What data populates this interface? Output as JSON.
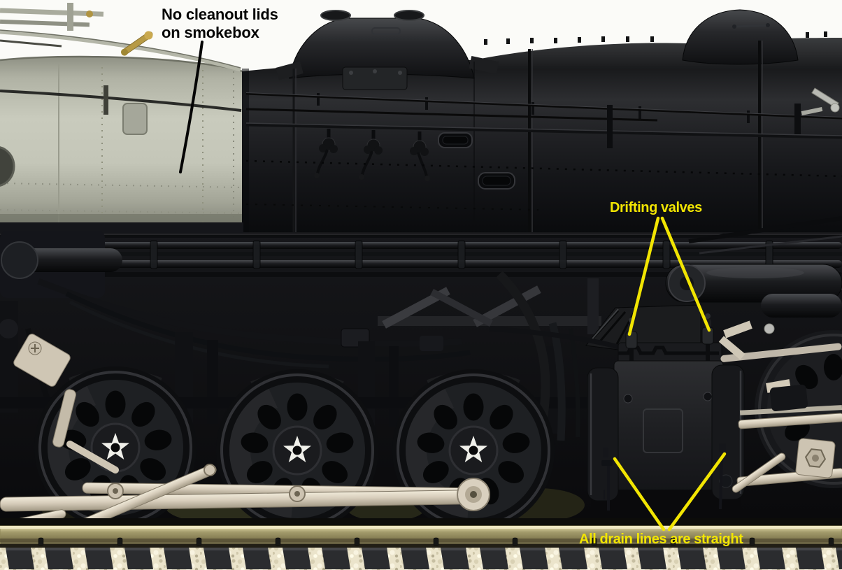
{
  "annotations": {
    "smokebox_note": {
      "line1": "No cleanout lids",
      "line2": "on smokebox",
      "text_color": "#050505"
    },
    "drifting_valves": {
      "label": "Drifting valves",
      "text_color": "#f2e502"
    },
    "drain_lines": {
      "label": "All drain lines are straight",
      "text_color": "#f2e502"
    }
  },
  "scene": {
    "colors": {
      "background_white": "#fbfbf8",
      "smokebox_silver": "#b7b9ab",
      "boiler_black": "#1b1c1e",
      "rod_cream": "#d7cdbb",
      "wheel_star_white": "#f0f0ea",
      "rail_olive": "#8f8758",
      "ballast_cream": "#ebe4cb",
      "tie_gray": "#2b2c2f",
      "bell_brass": "#b79a45"
    }
  }
}
